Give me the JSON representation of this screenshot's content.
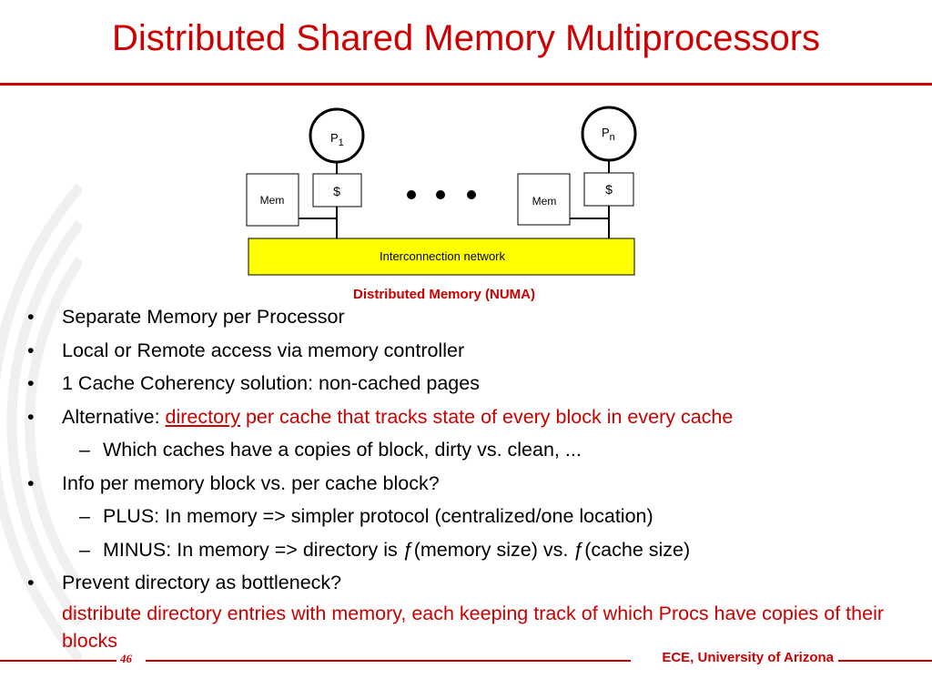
{
  "slide": {
    "title": "Distributed Shared Memory Multiprocessors",
    "page_number": "46",
    "footer_brand": "ECE, University of Arizona"
  },
  "diagram": {
    "processor_left": "P",
    "processor_left_sub": "1",
    "processor_right": "P",
    "processor_right_sub": "n",
    "cache_label": "$",
    "memory_label": "Mem",
    "network_label": "Interconnection network",
    "caption": "Distributed Memory (NUMA)",
    "colors": {
      "network_fill": "#ffff00",
      "accent": "#cc0000"
    }
  },
  "bullets": {
    "b1": "Separate Memory per Processor",
    "b2": "Local or Remote access via memory controller",
    "b3": "1 Cache Coherency solution: non-cached pages",
    "b4_prefix": "Alternative: ",
    "b4_link": "directory",
    "b4_rest": " per cache that tracks state of every block in every cache",
    "b4_sub1": "Which caches have a copies of block, dirty vs. clean, ...",
    "b5": "Info per memory block vs. per cache block?",
    "b5_sub1": "PLUS: In memory => simpler protocol (centralized/one location)",
    "b5_sub2": "MINUS: In memory => directory is ƒ(memory size) vs. ƒ(cache size)",
    "b6": "Prevent directory as bottleneck?",
    "b6_cont": "distribute directory entries with memory, each keeping track of which Procs have copies of their blocks"
  }
}
